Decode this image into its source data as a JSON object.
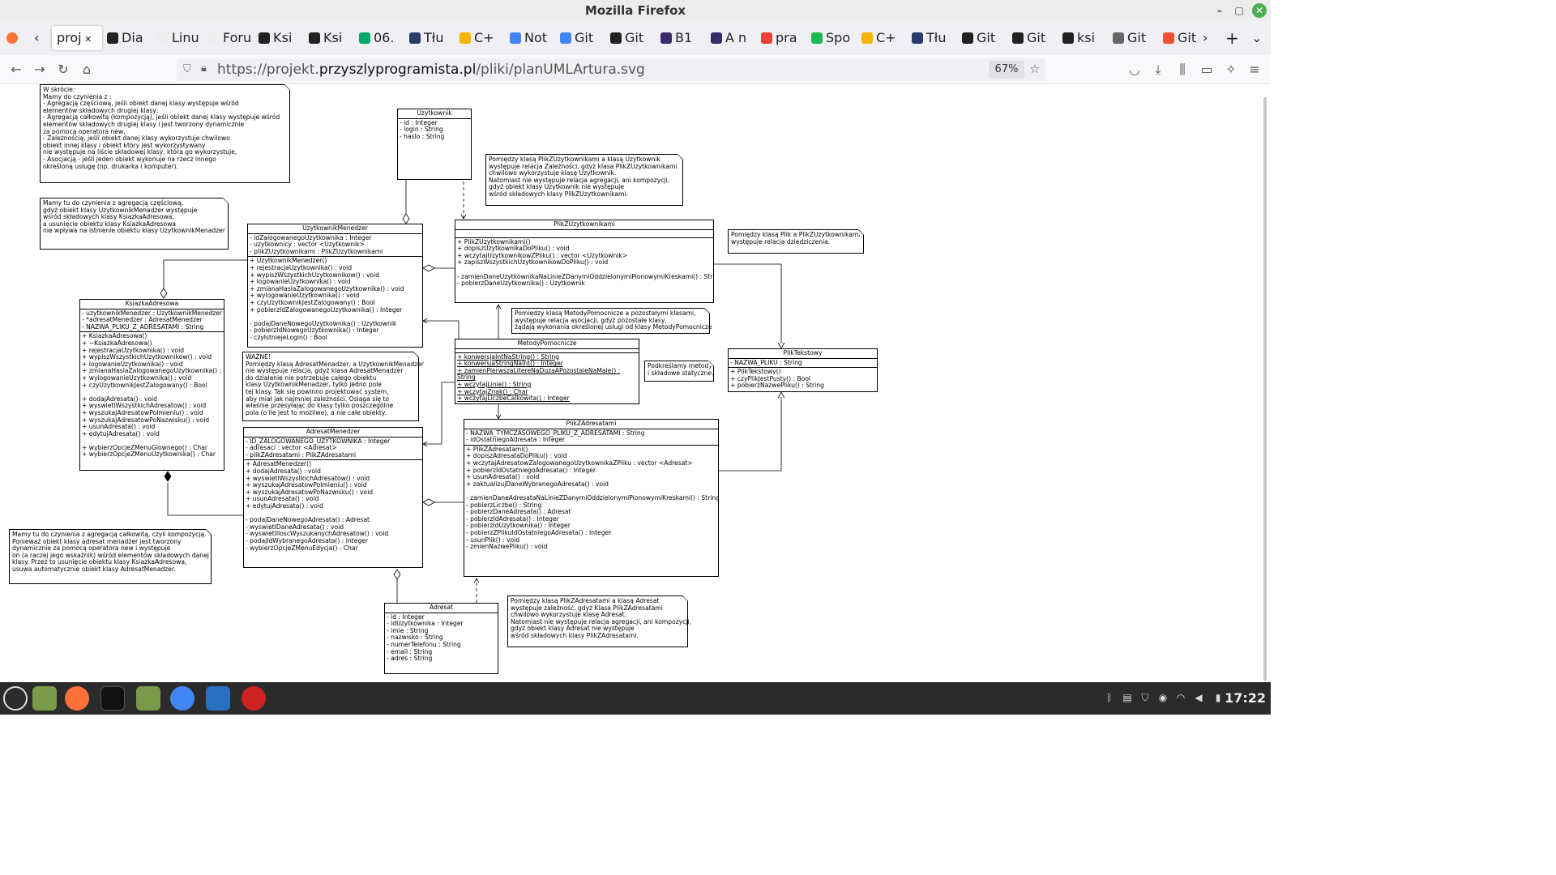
{
  "window": {
    "title": "Mozilla Firefox"
  },
  "tabs": [
    {
      "label": "proj",
      "color": "#e8e8e8",
      "active": true
    },
    {
      "label": "Dia",
      "color": "#222"
    },
    {
      "label": "Linux",
      "color": "#eee"
    },
    {
      "label": "Forun",
      "color": "#eee"
    },
    {
      "label": "Ksi",
      "color": "#222"
    },
    {
      "label": "Ksi",
      "color": "#222"
    },
    {
      "label": "06.",
      "color": "#0a6"
    },
    {
      "label": "Tłu",
      "color": "#2a3a6a"
    },
    {
      "label": "C+",
      "color": "#f4b400"
    },
    {
      "label": "Not",
      "color": "#4285f4"
    },
    {
      "label": "Git",
      "color": "#4285f4"
    },
    {
      "label": "Git",
      "color": "#222"
    },
    {
      "label": "B1",
      "color": "#3b2a6a"
    },
    {
      "label": "A n",
      "color": "#3b2a6a"
    },
    {
      "label": "pra",
      "color": "#ea4335"
    },
    {
      "label": "Spo",
      "color": "#1db954"
    },
    {
      "label": "C+",
      "color": "#f4b400"
    },
    {
      "label": "Tłu",
      "color": "#2a3a6a"
    },
    {
      "label": "Git",
      "color": "#222"
    },
    {
      "label": "Git",
      "color": "#222"
    },
    {
      "label": "ksi",
      "color": "#222"
    },
    {
      "label": "Git",
      "color": "#666"
    },
    {
      "label": "Git",
      "color": "#f05033"
    }
  ],
  "address": {
    "prefix": "https://projekt.",
    "domain": "przyszlyprogramista.pl",
    "path": "/pliki/planUMLArtura.svg",
    "zoom": "67%"
  },
  "taskbar": {
    "clock": "17:22"
  },
  "diagram": {
    "classes": {
      "uzytkownik": {
        "name": "Uzytkownik",
        "attrs": "- id : Integer\n- login : String\n- haslo : String",
        "ops": ""
      },
      "uzytkownikMenedzer": {
        "name": "UzytkownikMenedzer",
        "attrs": "- idZalogowanegoUzytkownika : Integer\n- uzytkownicy : vector <Uzytkownik>\n- plikZUzytkownikami : PlikZUzytkownikami",
        "ops": "+ UzytkownikMenedzer()\n+ rejestracjaUzytkownika() : void\n+ wypiszWszystkichUzytkownikow() : void\n+ logowanieUzytkownika() : void\n+ zmianaHaslaZalogowanegoUzytkownika() : void\n+ wylogowanieUzytkownika() : void\n+ czyUzytkownikJestZalogowany() : Bool\n+ pobierzIdZalogowanegoUzytkownika() : Integer\n\n- podajDaneNowegoUzytkownika() : Uzytkownik\n- pobierzIdNowegoUzytkownika() : Integer\n- czyIstniejeLogin() : Bool"
      },
      "plikZUzytkownikami": {
        "name": "PlikZUzytkownikami",
        "attrs": " ",
        "ops": "+ PlikZUzytkownikami()\n+ dopiszUzytkownikaDoPliku() : void\n+ wczytajUzytkownikowZPliku() : vector <Uzytkownik>\n+ zapiszWszystkichUzytkownikowDoPliku() : void\n\n- zamienDaneUzytkownikaNaLinieZDanymiOddzielonymiPionowymiKreskami() : String\n- pobierzDaneUzytkownika() : Uzytkownik"
      },
      "ksiazkaAdresowa": {
        "name": "KsiazkaAdresowa",
        "attrs": "- uzytkownikMenedzer : UzytkownikMenedzer\n- *adresatMenedzer : AdresatMenedzer\n- NAZWA_PLIKU_Z_ADRESATAMI : String",
        "ops": "+ KsiazkaAdresowa()\n+ ~KsiazkaAdresowa()\n+ rejestracjaUzytkownika() : void\n+ wypiszWszystkichUzytkownikow() : void\n+ logowanieUzytkownika() : void\n+ zmianaHaslaZalogowanegoUzytkownika() : void\n+ wylogowanieUzytkownika() : void\n+ czyUzytkownikJestZalogowany() : Bool\n\n+ dodajAdresata() : void\n+ wyswietlWszystkichAdresatow() : void\n+ wyszukajAdresatowPoImieniu() : void\n+ wyszukajAdresatowPoNazwisku() : void\n+ usunAdresata() : void\n+ edytujAdresata() : void\n\n+ wybierzOpcjeZMenuGlownego() : Char\n+ wybierzOpcjeZMenuUzytkownika() : Char"
      },
      "metodyPomocnicze": {
        "name": "MetodyPomocnicze",
        "attrs": " ",
        "ops_u": [
          "+ konwersjaIntNaString() : String",
          "+ konwersjaStringNaInt() : Integer",
          "+ zamienPierwszaLitereNaDuzaAPozostaleNaMale() : String",
          "+ wczytajLinie() : String",
          "+ wczytajZnak() : Char",
          "+ wczytajLiczbeCalkowita() : Integer"
        ]
      },
      "plikTekstowy": {
        "name": "PlikTekstowy",
        "attrs": "- NAZWA_PLIKU : String",
        "ops": "+ PlikTekstowy()\n+ czyPlikJestPusty() : Bool\n+ pobierzNazwePliku() : String"
      },
      "adresatMenedzer": {
        "name": "AdresatMenedzer",
        "attrs": "- ID_ZALOGOWANEGO_UZYTKOWNIKA : Integer\n- adresaci : vector <Adresat>\n- plikZAdresatami : PlikZAdresatami",
        "ops": "+ AdresatMenedzer()\n+ dodajAdresata() : void\n+ wyswietlWszystkichAdresatow() : void\n+ wyszukajAdresatowPoImieniu() : void\n+ wyszukajAdresatowPoNazwisku() : void\n+ usunAdresata() : void\n+ edytujAdresata() : void\n\n- podajDaneNowegoAdresata() : Adresat\n- wyswietlDaneAdresata() : void\n- wyswietlIloscWyszukanychAdresatow() : void\n- podajIdWybranegoAdresata() : Integer\n- wybierzOpcjeZMenuEdycja() : Char"
      },
      "plikZAdresatami": {
        "name": "PlikZAdresatami",
        "attrs": "- NAZWA_TYMCZASOWEGO_PLIKU_Z_ADRESATAMI : String\n- idOstatniegoAdresata : Integer",
        "ops": "+ PlikZAdresatami()\n+ dopiszAdresataDoPliku() : void\n+ wczytajAdresatowZalogowanegoUzytkownikaZPliku : vector <Adresat>\n+ pobierzIdOstatniegoAdresata() : Integer\n+ usunAdresata() : void\n+ zaktualizujDaneWybranegoAdresata() : void\n\n- zamienDaneAdresataNaLinieZDanymiOddzielonymiPionowymiKreskami() : String\n- pobierzLiczbe() : String\n- pobierzDaneAdresata() : Adresat\n- pobierzIdAdresata() : Integer\n- pobierzIdUzytkownika() : Integer\n- pobierzZPlikuIdOstatniegoAdresata() : Integer\n- usunPlik() : void\n- zmienNazwePliku() : void"
      },
      "adresat": {
        "name": "Adresat",
        "attrs": "- id : Integer\n- idUzytkownika : Integer\n- imie : String\n- nazwisko : String\n- numerTelefonu : String\n- email : String\n- adres : String",
        "ops": ""
      }
    },
    "notes": {
      "skrocie": "W skrócie:\nMamy do czynienia z :\n- Agregacją częściową, jeśli obiekt danej klasy występuje wśród\nelementów składowych drugiej klasy,\n- Agregacją całkowitą (kompozycją), jeśli obiekt danej klasy występuje wśród\nelementów składowych drugiej klasy i jest tworzony dynamicznie\nza pomocą operatora new,\n- Zależnością, jeśli obiekt danej klasy wykorzystuje chwilowo\nobiekt innej klasy i obiekt który jest wykorzystywany\nnie występuje na liście składowej klasy, która go wykorzystuje,\n- Asocjacją - jeśli jeden obiekt wykonuje na rzecz innego\nokreśloną usługę (np. drukarka i komputer).",
      "czesciowa": "Mamy tu do czynienia z agregacją częściową,\ngdyż obiekt klasy UzytkownikMenadzer występuje\nwśród składowych klasy KsiazkaAdresowa,\na usunięcie obiektu klasy KsiazkaAdresowa\nnie wpływa na istnienie obiektu klasy UzytkownikMenadzer",
      "zaleznosc1": "Pomiędzy klasą PlikZUzytkownikami a klasą Uzytkownik\nwystępuje relacja Zależności, gdyż klasa PlikZUzytkownikami\nchwilowo wykorzystuje klasę Uzytkownik.\nNatomiast nie występuje relacja agregacji, ani kompozycji,\ngdyż obiekt klasy Uzytkownik nie występuje\nwśród składowych klasy PlikZUzytkownikami.",
      "dziedziczenie": "Pomiędzy klasą Plik a PlikZUzytkownikami\nwystępuje relacja dziedziczenia.",
      "asocjacja": "Pomiędzy klasą MetodyPomocnicze a pozostałymi klasami,\nwystępuje relacja asocjacji, gdyż pozostałe klasy,\nżądają wykonania określonej usługi od klasy MetodyPomocnicze",
      "statyczne": "Podkreślamy metody\ni składowe statyczne.",
      "wazne": "WAŻNE!\nPomiędzy klasą AdresatMenadzer, a UzytkownikMenadzer\nnie występuje relacja, gdyż klasa AdresatMenadzer\ndo działanie nie potrzebuje całego obiektu\nklasy UzytkownikMenadzer, tylko jedno pole\ntej klasy. Tak się powinno projektować system,\naby miał jak najmniej zależności. Osiąga się to\nwłaśnie przesyłając do klasy tylko poszczególne\npola (o ile jest to możliwe), a nie całe obiekty.",
      "calkowita": "Mamy tu do czynienia z agregacją całkowitą, czyli kompozycją.\nPonieważ obiekt klasy adresat menadżer jest tworzony\ndynamicznie za pomocą operatora new i występuje\non (a raczej jego wskaźnik) wśród elementów składowych danej\nklasy. Przez to usunięcie obiektu klasy KsiazkaAdresowa,\nusuwa automatycznie obiekt klasy AdresatMenadzer.",
      "zaleznosc2": "Pomiędzy klasą PlikZAdresatami a klasą Adresat\nwystępuje zależność, gdyż Klasa PlikZAdresatami\nchwilowo wykorzystuje klasę Adresat.\nNatomiast nie występuje relacja agregacji, ani kompozycji,\ngdyż obiekt klasy Adresat nie występuje\nwśród składowych klasy PlikZAdresatami."
    }
  }
}
